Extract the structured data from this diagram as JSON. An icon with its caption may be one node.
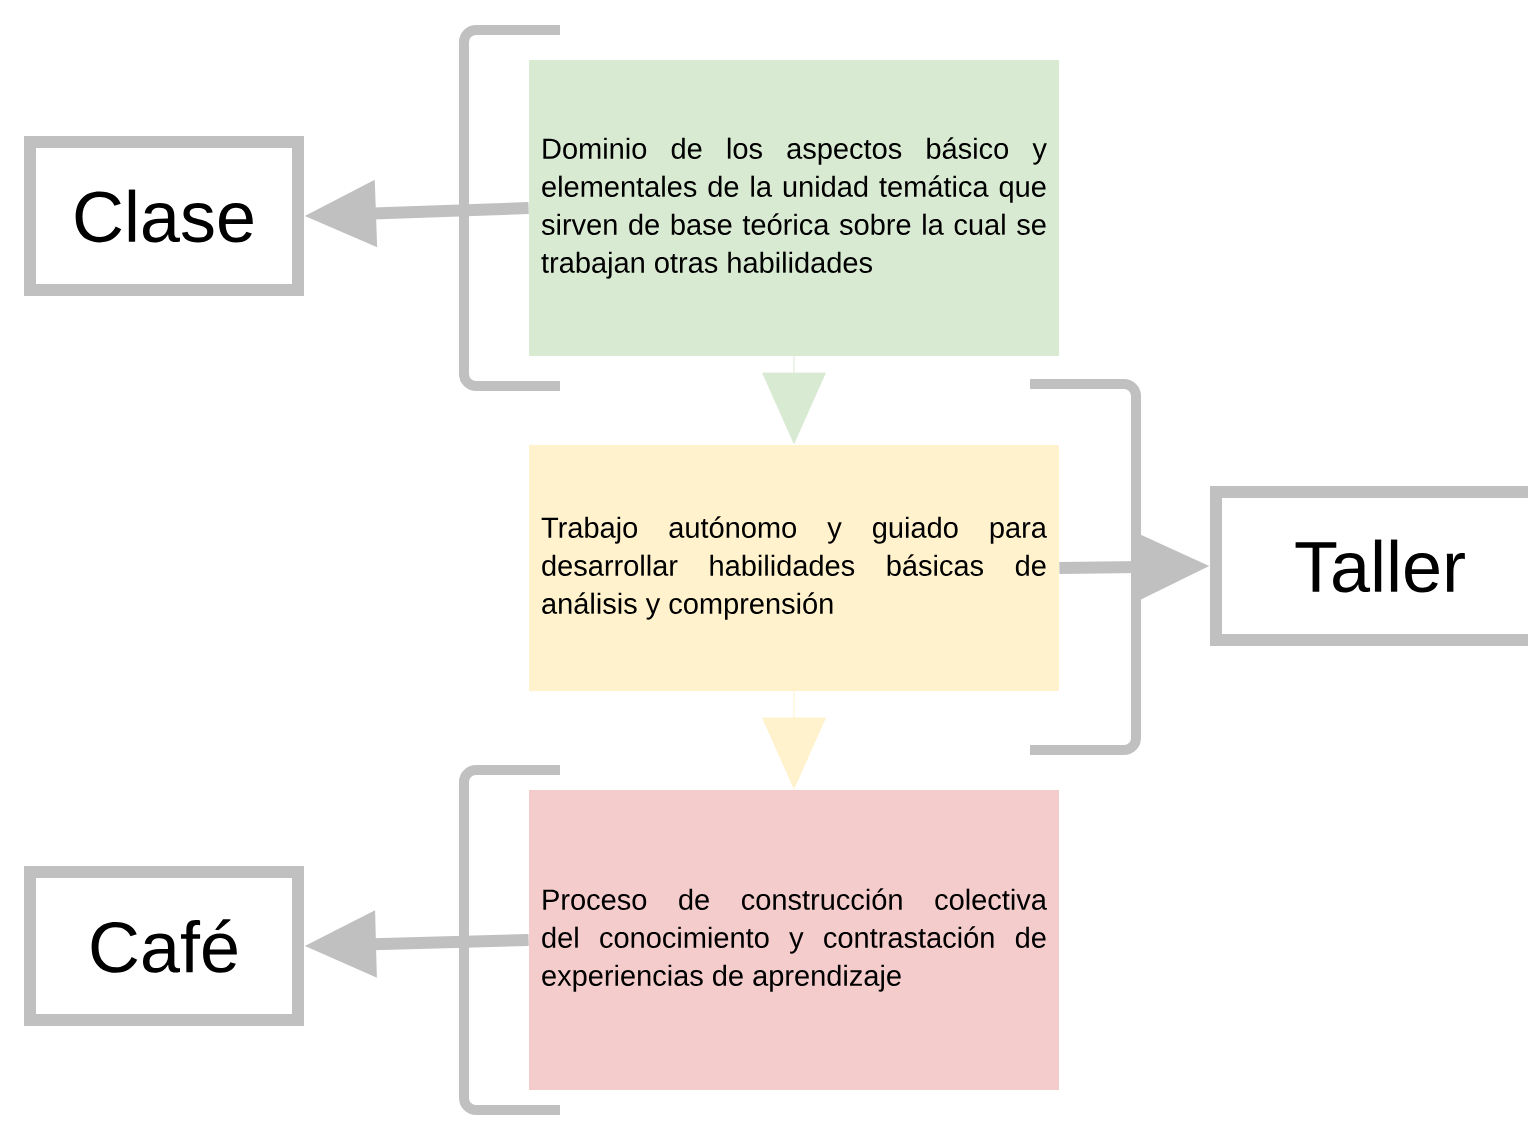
{
  "diagram": {
    "nodes": [
      {
        "text": [
          "Dominio de los aspectos básico y elementales de la unidad temática que sirven de base teórica sobre la cual se trabajan otras habilidades"
        ]
      },
      {
        "text": [
          "Trabajo autónomo y guiado para desarrollar habilidades básicas de análisis y comprensión"
        ]
      },
      {
        "text": [
          "Proceso de construcción colectiva del conocimiento y contrastación de experiencias de aprendizaje"
        ]
      },
      {
        "text": [
          "Clase"
        ]
      },
      {
        "text": [
          "Taller"
        ]
      },
      {
        "text": [
          "Café"
        ]
      }
    ],
    "edges": [
      {
        "from": 0,
        "to": 1,
        "arrow": "to",
        "color": "#d9ead3"
      },
      {
        "from": 1,
        "to": 2,
        "arrow": "to",
        "color": "#fff2cc"
      },
      {
        "from": 0,
        "to": 3,
        "arrow": "to"
      },
      {
        "from": 1,
        "to": 4,
        "arrow": "to"
      },
      {
        "from": 2,
        "to": 5,
        "arrow": "to"
      }
    ]
  }
}
